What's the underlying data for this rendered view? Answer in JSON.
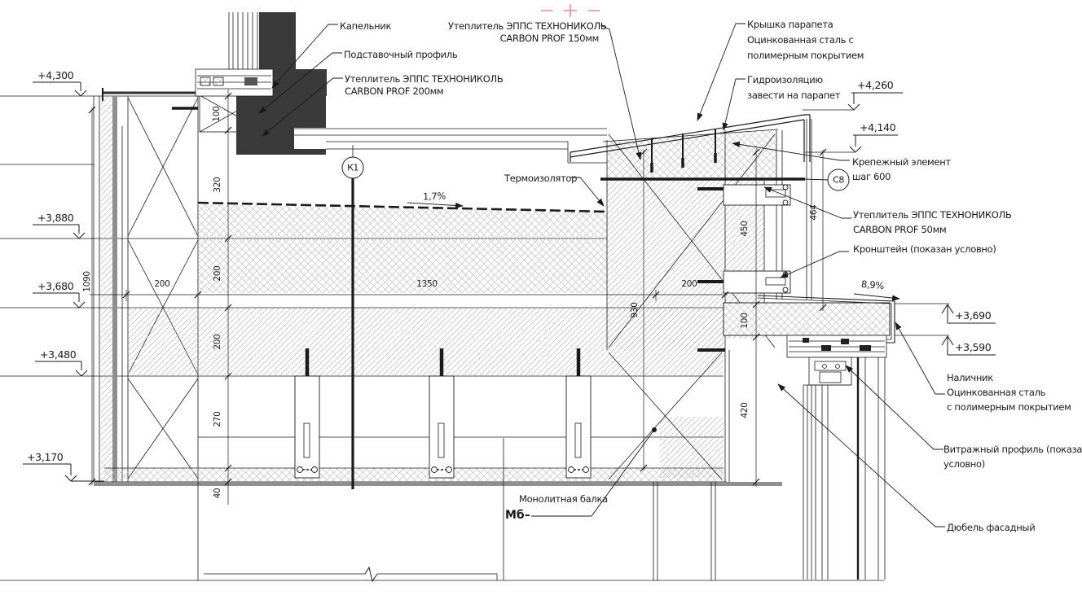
{
  "drawing_labels": {
    "kapelnik": "Капельник",
    "podstavochny": "Подставочный профиль",
    "uteplitel_200_line1": "Утеплитель ЭППС ТЕХНОНИКОЛЬ",
    "uteplitel_200_line2": "CARBON PROF 200мм",
    "uteplitel_150_line1": "Утеплитель ЭППС ТЕХНОНИКОЛЬ",
    "uteplitel_150_line2": "CARBON PROF 150мм",
    "kryshka_line1": "Крышка парапета",
    "kryshka_line2": "Оцинкованная сталь с",
    "kryshka_line3": "полимерным покрытием",
    "gidroizolyaciya_line1": "Гидроизоляцию",
    "gidroizolyaciya_line2": "завести на парапет",
    "krepezhny_line1": "Крепежный элемент",
    "krepezhny_line2": "шаг 600",
    "uteplitel_50_line1": "Утеплитель ЭППС ТЕХНОНИКОЛЬ",
    "uteplitel_50_line2": "CARBON PROF 50мм",
    "kronshtein": "Кронштейн (показан условно)",
    "termoizolyator": "Термоизолятор",
    "nalichnik_line1": "Наличник",
    "nalichnik_line2": "Оцинкованная сталь",
    "nalichnik_line3": "с полимерным покрытием",
    "vitrazhny_line1": "Витражный профиль (показан",
    "vitrazhny_line2": "условно)",
    "dyubel": "Дюбель фасадный",
    "monolitnaya_balka": "Монолитная балка",
    "mb_mark": "Мб–"
  },
  "elevation_marks": {
    "m4300": "+4,300",
    "m3880": "+3,880",
    "m3680": "+3,680",
    "m3480": "+3,480",
    "m3170": "+3,170",
    "m4260": "+4,260",
    "m4140": "+4,140",
    "m3690": "+3,690",
    "m3590": "+3,590"
  },
  "dimensions": {
    "v100_top": "100",
    "v320": "320",
    "v200_upper": "200",
    "v200_lower": "200",
    "v270": "270",
    "v40": "40",
    "v1090": "1090",
    "v930": "930",
    "v450": "450",
    "v100_right": "100",
    "v420": "420",
    "v464": "464",
    "h200_left": "200",
    "h1350": "1350",
    "h200_right": "200"
  },
  "slopes": {
    "roof_slope": "1,7%",
    "sill_slope": "8,9%"
  },
  "axis_bubbles": {
    "k1": "К1",
    "c8": "С8"
  }
}
